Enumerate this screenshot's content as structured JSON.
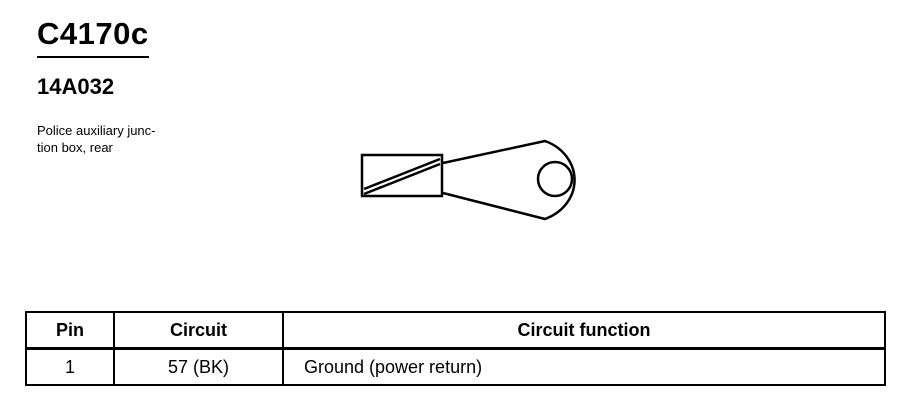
{
  "connector": {
    "id": "C4170c",
    "part_number": "14A032",
    "description_lines": [
      "Police auxiliary junc-",
      "tion box, rear"
    ]
  },
  "terminal_icon": "ring-terminal-icon",
  "pin_table": {
    "headers": [
      "Pin",
      "Circuit",
      "Circuit function"
    ],
    "rows": [
      {
        "pin": "1",
        "circuit": "57 (BK)",
        "function": "Ground (power return)"
      }
    ]
  }
}
